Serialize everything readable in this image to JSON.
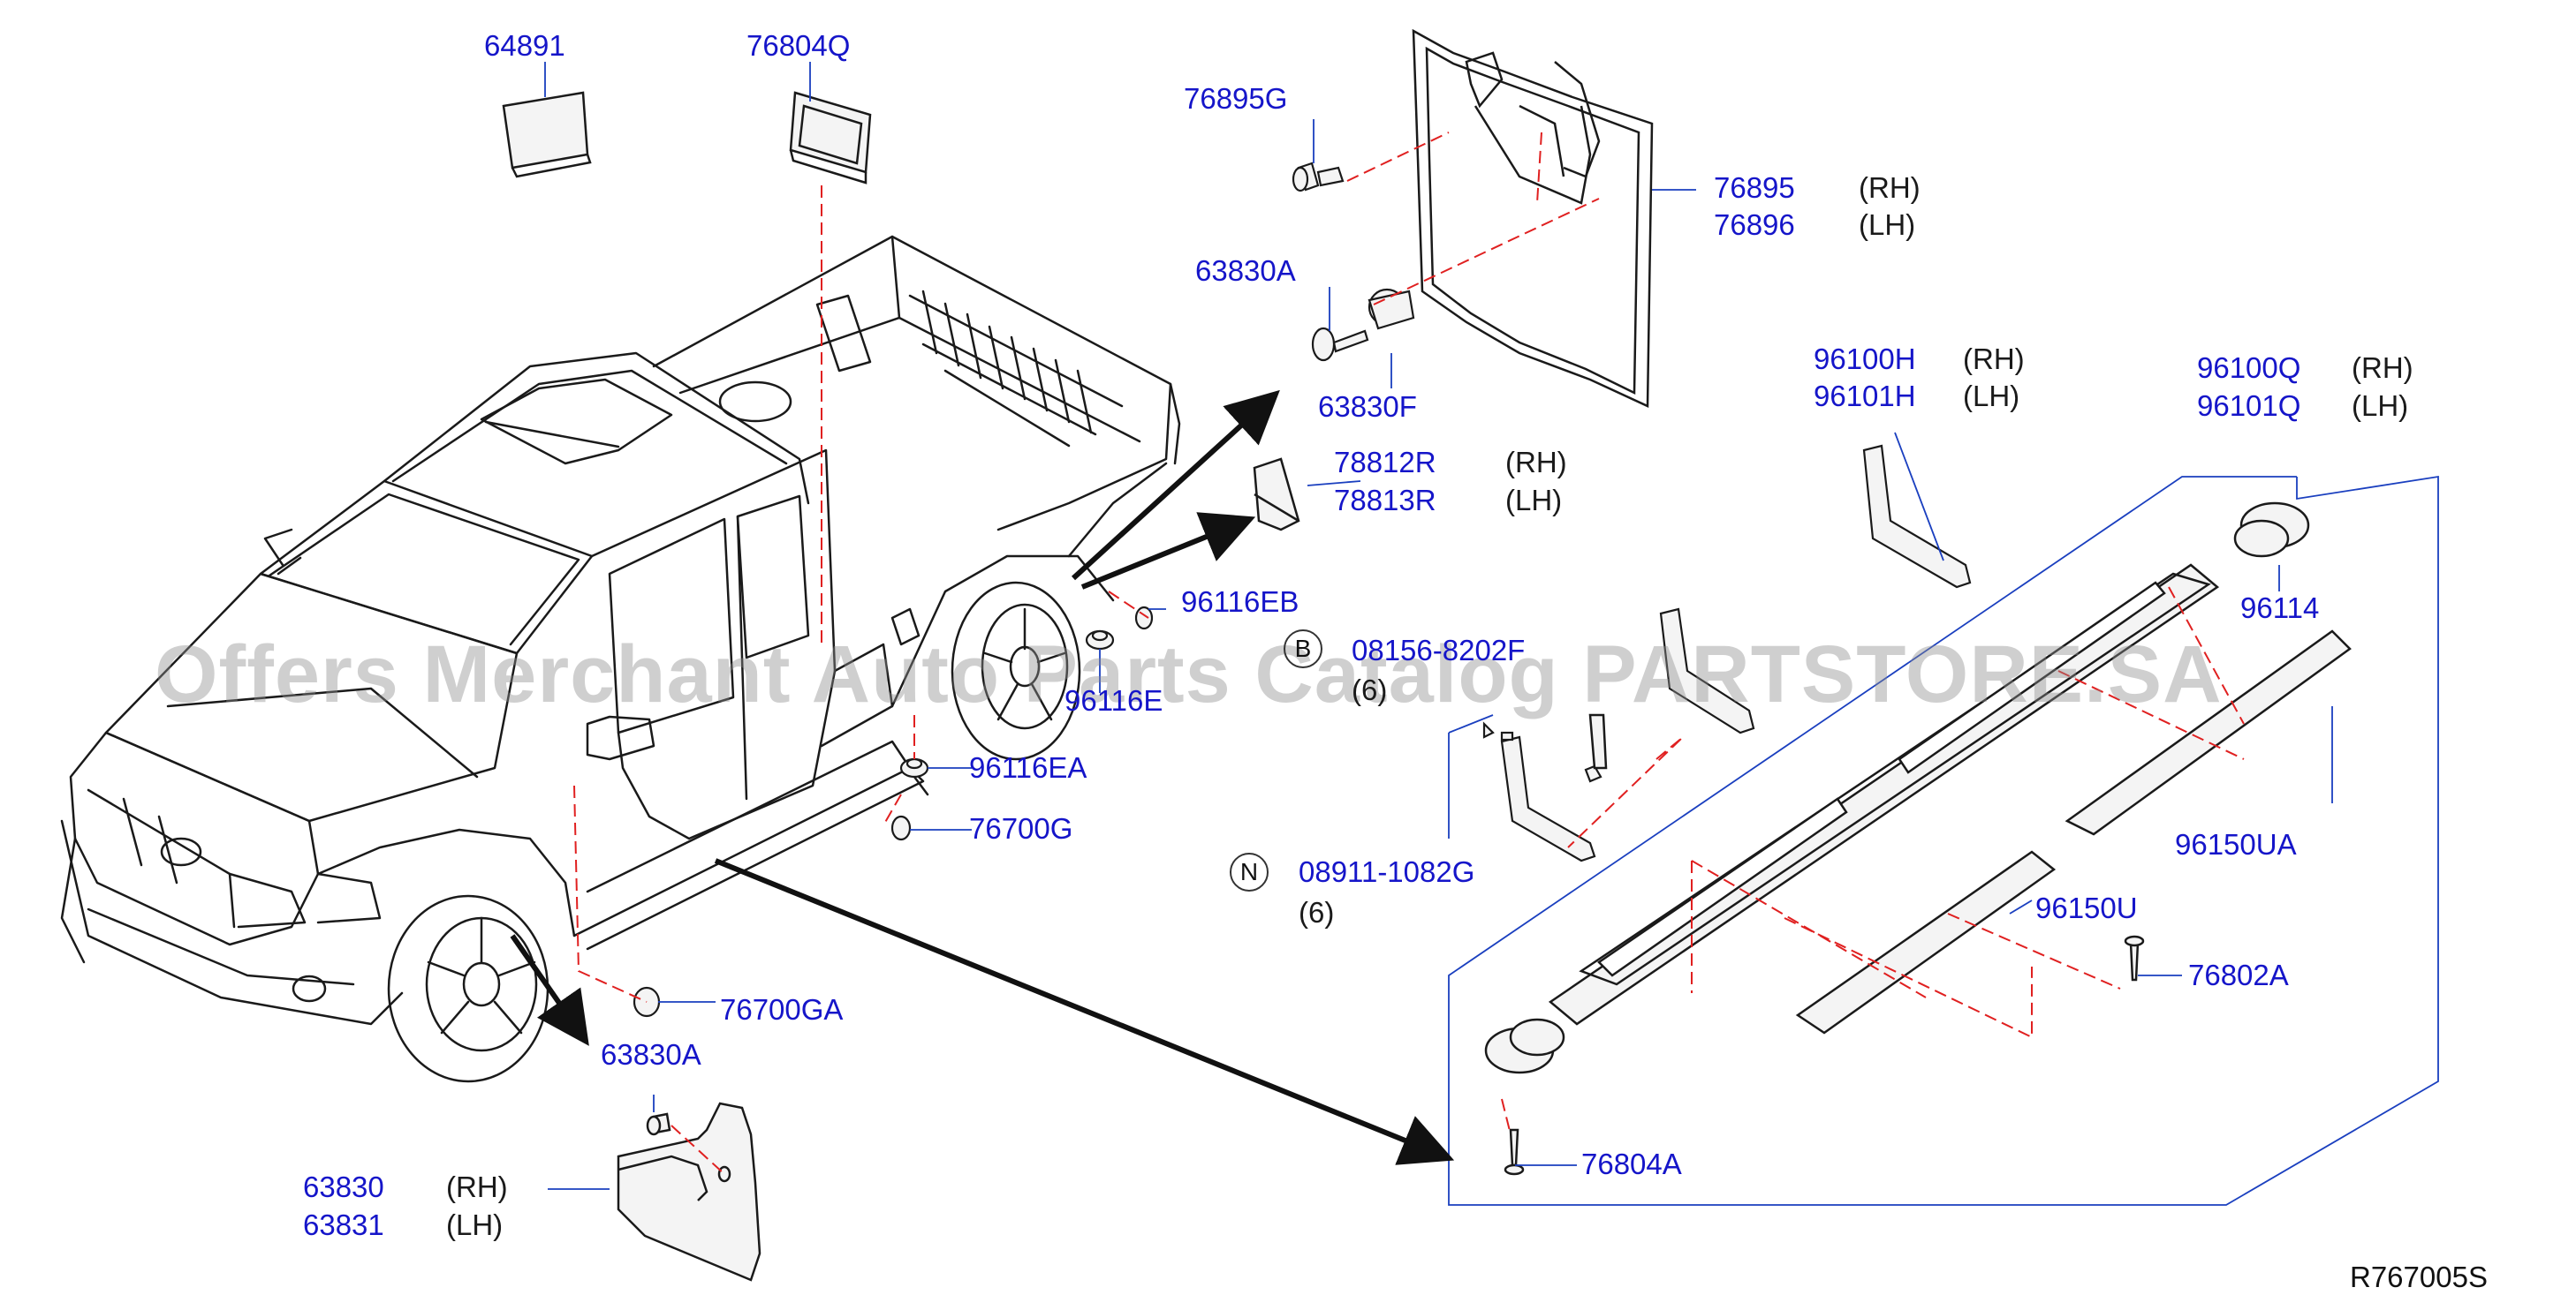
{
  "watermark": "Offers Merchant Auto Parts Catalog PARTSTORE.SA",
  "diagram_code": "R767005S",
  "parts": [
    {
      "id": "p64891",
      "number": "64891"
    },
    {
      "id": "p76804q",
      "number": "76804Q"
    },
    {
      "id": "p76895g",
      "number": "76895G"
    },
    {
      "id": "p76895",
      "number": "76895",
      "side": "(RH)"
    },
    {
      "id": "p76896",
      "number": "76896",
      "side": "(LH)"
    },
    {
      "id": "p63830a_top",
      "number": "63830A"
    },
    {
      "id": "p63830f",
      "number": "63830F"
    },
    {
      "id": "p78812r",
      "number": "78812R",
      "side": "(RH)"
    },
    {
      "id": "p78813r",
      "number": "78813R",
      "side": "(LH)"
    },
    {
      "id": "p96116eb",
      "number": "96116EB"
    },
    {
      "id": "p08156",
      "number": "08156-8202F",
      "circle": "B",
      "qty": "(6)"
    },
    {
      "id": "p96116e",
      "number": "96116E"
    },
    {
      "id": "p96116ea",
      "number": "96116EA"
    },
    {
      "id": "p76700g",
      "number": "76700G"
    },
    {
      "id": "p08911",
      "number": "08911-1082G",
      "circle": "N",
      "qty": "(6)"
    },
    {
      "id": "p96100h",
      "number": "96100H",
      "side": "(RH)"
    },
    {
      "id": "p96101h",
      "number": "96101H",
      "side": "(LH)"
    },
    {
      "id": "p96100q",
      "number": "96100Q",
      "side": "(RH)"
    },
    {
      "id": "p96101q",
      "number": "96101Q",
      "side": "(LH)"
    },
    {
      "id": "p96114",
      "number": "96114"
    },
    {
      "id": "p96150ua",
      "number": "96150UA"
    },
    {
      "id": "p96150u",
      "number": "96150U"
    },
    {
      "id": "p76802a",
      "number": "76802A"
    },
    {
      "id": "p76804a",
      "number": "76804A"
    },
    {
      "id": "p76700ga",
      "number": "76700GA"
    },
    {
      "id": "p63830a_bot",
      "number": "63830A"
    },
    {
      "id": "p63830",
      "number": "63830",
      "side": "(RH)"
    },
    {
      "id": "p63831",
      "number": "63831",
      "side": "(LH)"
    }
  ],
  "colors": {
    "part_number": "#1515c9",
    "line": "#1a1a1a",
    "leader": "#1a3fbf",
    "dash": "#e02020"
  }
}
